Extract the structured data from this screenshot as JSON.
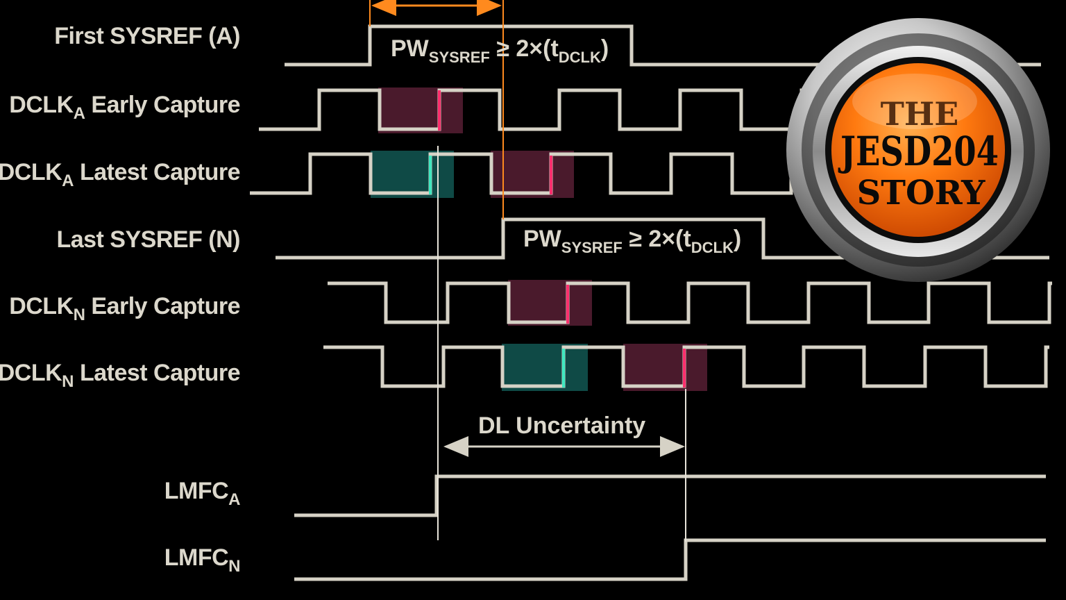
{
  "signals": [
    {
      "id": "first_sysref",
      "name": "First SYSREF (A)",
      "sub": "",
      "suffix": ""
    },
    {
      "id": "dclk_a_early",
      "name": "DCLK",
      "sub": "A",
      "suffix": " Early Capture"
    },
    {
      "id": "dclk_a_latest",
      "name": "DCLK",
      "sub": "A",
      "suffix": " Latest Capture"
    },
    {
      "id": "last_sysref",
      "name": "Last SYSREF (N)",
      "sub": "",
      "suffix": ""
    },
    {
      "id": "dclk_n_early",
      "name": "DCLK",
      "sub": "N",
      "suffix": " Early Capture"
    },
    {
      "id": "dclk_n_latest",
      "name": "DCLK",
      "sub": "N",
      "suffix": " Latest Capture"
    },
    {
      "id": "lmfc_a",
      "name": "LMFC",
      "sub": "A",
      "suffix": ""
    },
    {
      "id": "lmfc_n",
      "name": "LMFC",
      "sub": "N",
      "suffix": ""
    }
  ],
  "pulse_width_annotation": {
    "prefix": "PW",
    "prefix_sub": "SYSREF",
    "middle": " ≥ 2×(t",
    "middle_sub": "DCLK",
    "end": ")"
  },
  "dl_uncertainty": "DL Uncertainty",
  "badge": {
    "line1": "THE",
    "line2": "JESD204",
    "line3": "STORY"
  },
  "colors": {
    "trace": "#d6d2c6",
    "early_capture_window": "#4a1a2c",
    "latest_capture_window": "#0f4a46",
    "edge_pink": "#ff2f6e",
    "edge_cyan": "#3fe8c0",
    "marker_orange": "#ff8a1e",
    "badge_orange": "#ff7a10"
  }
}
